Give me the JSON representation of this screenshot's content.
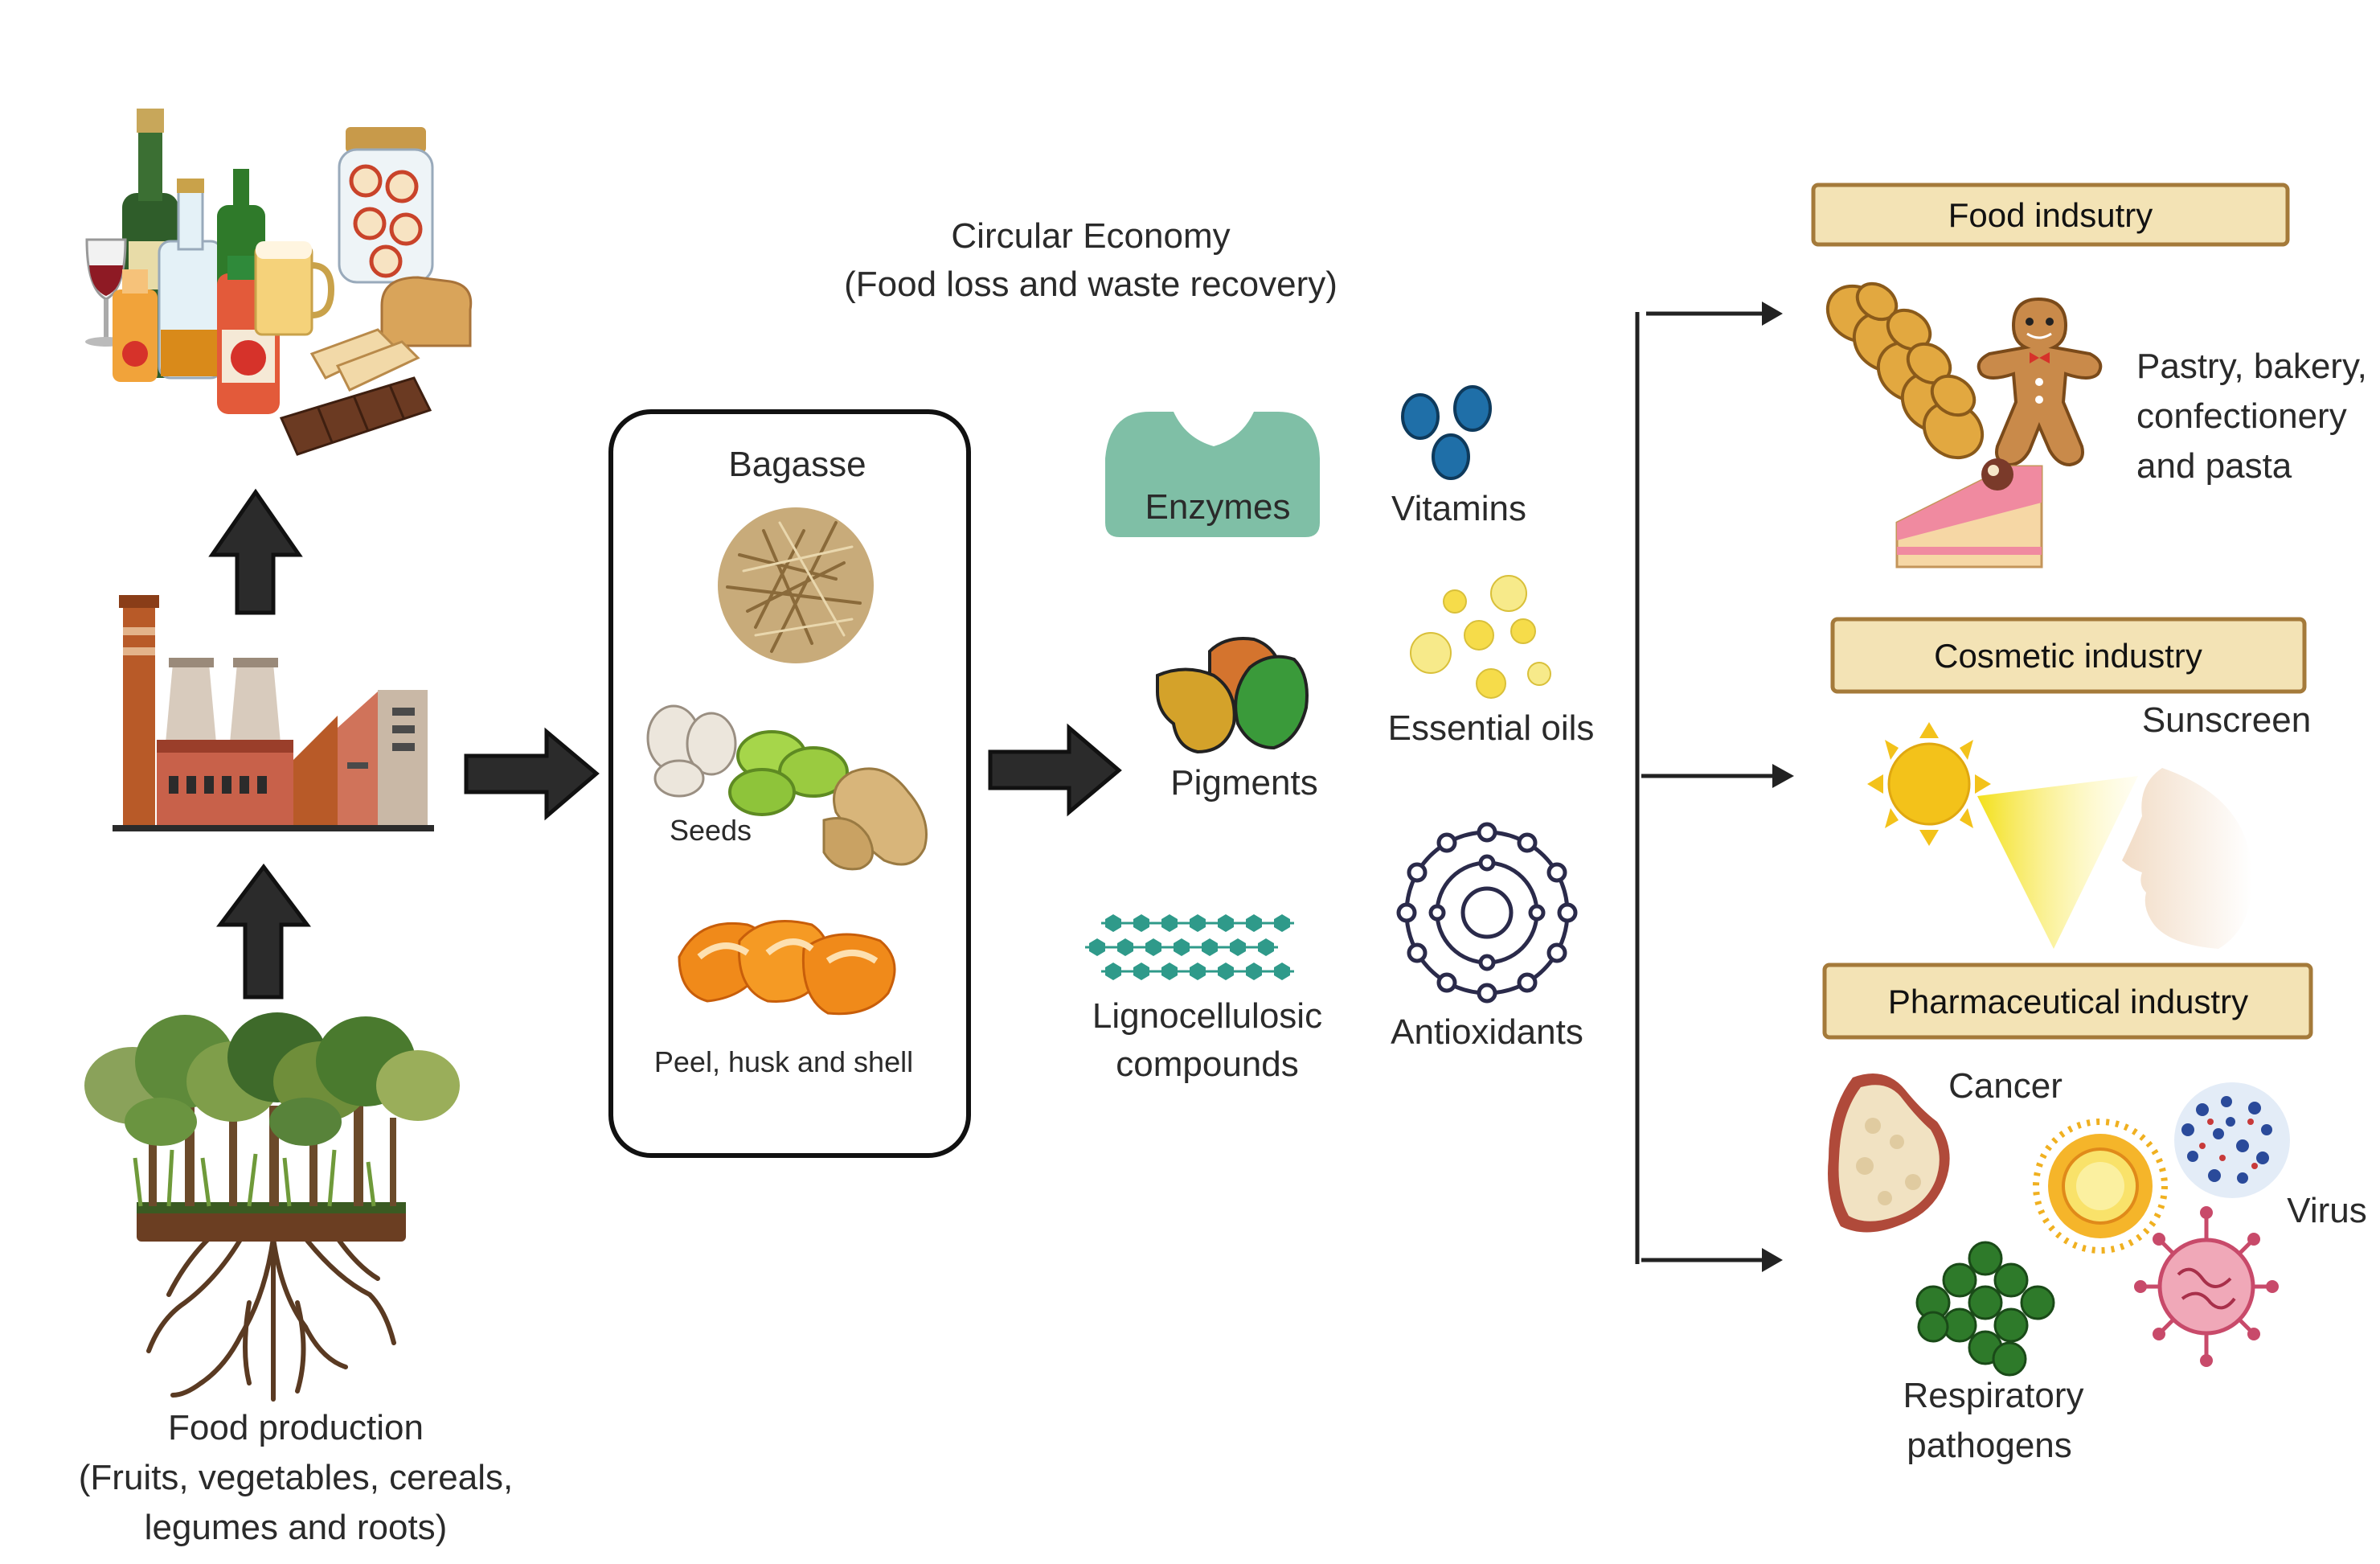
{
  "title": [
    "Circular Economy",
    "(Food loss and waste recovery)"
  ],
  "food_production": {
    "label": [
      "Food production",
      "(Fruits, vegetables, cereals,",
      "legumes and roots)"
    ]
  },
  "bagasse_box": {
    "title": "Bagasse",
    "seeds": "Seeds",
    "peel": "Peel, husk and shell"
  },
  "compounds": {
    "enzymes": "Enzymes",
    "vitamins": "Vitamins",
    "pigments": "Pigments",
    "essential_oils": "Essential oils",
    "lignocellulosic": [
      "Lignocellulosic",
      "compounds"
    ],
    "antioxidants": "Antioxidants"
  },
  "industries": {
    "food": {
      "header": "Food indsutry",
      "desc": [
        "Pastry, bakery,",
        "confectionery",
        "and pasta"
      ]
    },
    "cosmetic": {
      "header": "Cosmetic industry",
      "desc": "Sunscreen"
    },
    "pharma": {
      "header": "Pharmaceutical industry",
      "cancer": "Cancer",
      "virus": "Virus",
      "respiratory": [
        "Respiratory",
        "pathogens"
      ]
    }
  },
  "colors": {
    "header_fill": "#f3e3b5",
    "header_stroke": "#a47a3a",
    "arrow_fill": "#2b2b2b",
    "enzyme": "#7fbfa6"
  },
  "icons": [
    "bottles-jar-bread-chocolate",
    "factory",
    "forest-roots",
    "bagasse-fiber",
    "seeds-beans-peanuts",
    "orange-peel",
    "enzyme",
    "vitamins",
    "pigments",
    "essential-oils",
    "lignocellulose-chain",
    "antioxidant",
    "braided-bread",
    "gingerbread-man",
    "cake-slice",
    "sun",
    "face",
    "tumor",
    "bacteria-cluster",
    "virus"
  ]
}
